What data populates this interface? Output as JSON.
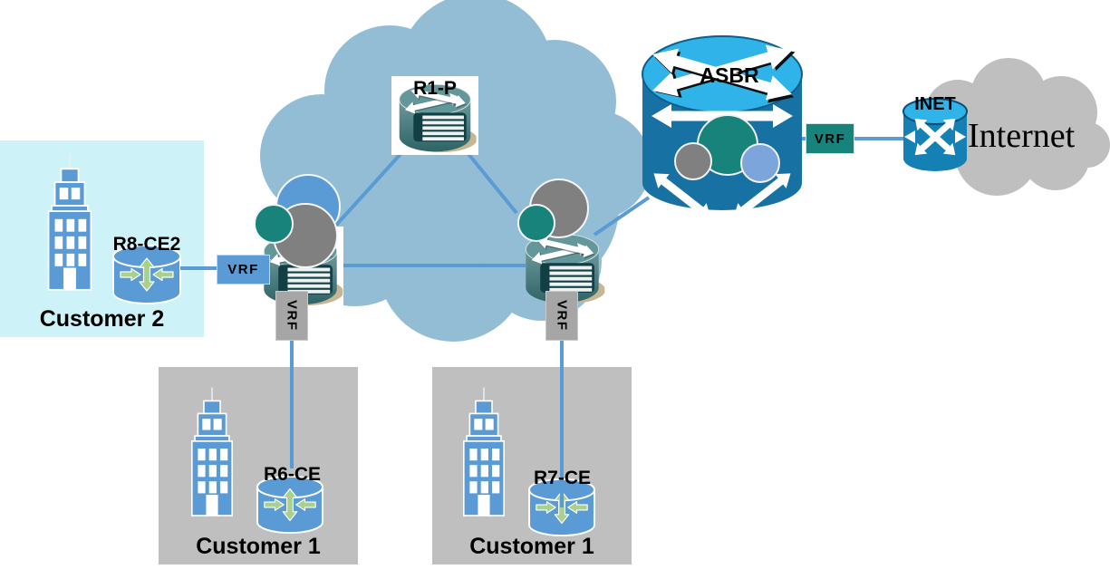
{
  "diagram_type": "mpls-vpn-network-topology",
  "nodes": {
    "r1_p": {
      "label": "R1-P",
      "role": "core provider router"
    },
    "pe_left": {
      "label": "",
      "role": "provider edge router"
    },
    "pe_right": {
      "label": "",
      "role": "provider edge router"
    },
    "asbr": {
      "label": "ASBR",
      "role": "autonomous system boundary router"
    },
    "inet": {
      "label": "INET",
      "role": "internet gateway router"
    },
    "r8_ce2": {
      "label": "R8-CE2",
      "role": "customer edge router"
    },
    "r6_ce": {
      "label": "R6-CE",
      "role": "customer edge router"
    },
    "r7_ce": {
      "label": "R7-CE",
      "role": "customer edge router"
    }
  },
  "clouds": {
    "mpls": {
      "label": ""
    },
    "internet": {
      "label": "Internet"
    }
  },
  "sites": {
    "customer2": {
      "label": "Customer 2"
    },
    "customer1_left": {
      "label": "Customer 1"
    },
    "customer1_right": {
      "label": "Customer 1"
    }
  },
  "vrf": {
    "ce2_pe1": "VRF",
    "pe1_r6ce": "VRF",
    "pe2_r7ce": "VRF",
    "asbr_inet": "VRF"
  },
  "colors": {
    "mpls_cloud": "#93BDD4",
    "internet_cloud": "#BFBFBF",
    "customer2_bg": "#CDF3F9",
    "customer1_bg": "#BFBFBF",
    "link": "#5B9BD5",
    "vrf_blue": "#5B9BD5",
    "vrf_gray": "#A6A6A6",
    "vrf_teal": "#17837B",
    "circle_teal": "#17837B",
    "circle_gray": "#808080",
    "circle_blue": "#5B9BD5",
    "ce_router_body": "#5B9BD5",
    "ce_router_arrows": "#A9D18E",
    "core_router_body": "#4E8687",
    "asbr_body": "#1771A3",
    "asbr_top": "#2FB3E8",
    "inet_body": "#1580B4"
  }
}
